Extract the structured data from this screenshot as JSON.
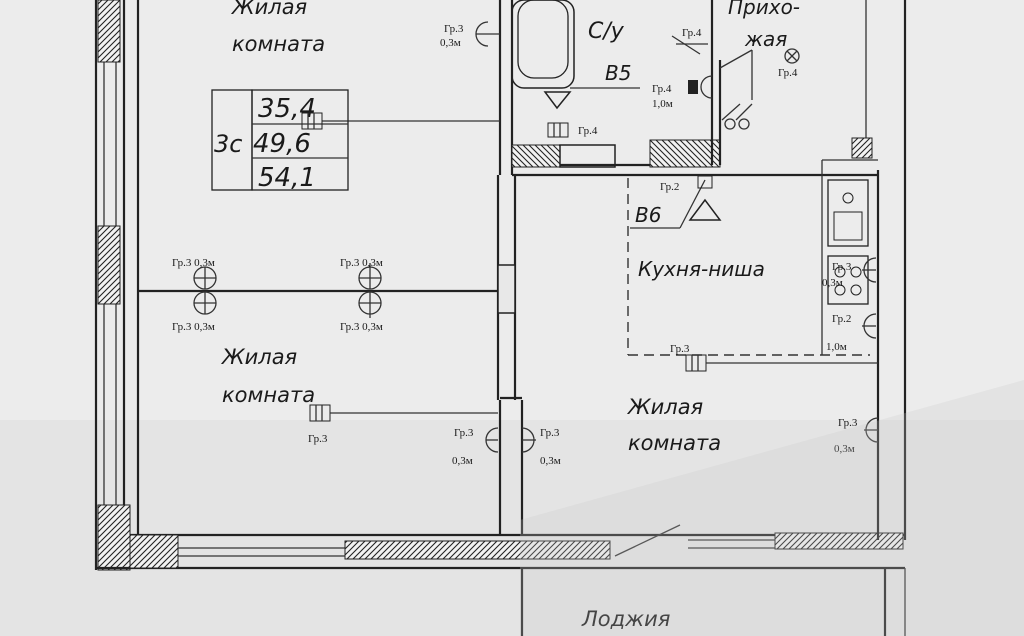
{
  "rooms": {
    "living_top": [
      "Жилая",
      "комната"
    ],
    "living_left": [
      "Жилая",
      "комната"
    ],
    "living_right": [
      "Жилая",
      "комната"
    ],
    "bathroom": "С/у",
    "hallway": [
      "Прихо-",
      "жая"
    ],
    "kitchen": "Кухня-ниша",
    "loggia": "Лоджия"
  },
  "area_box": {
    "prefix": "3с",
    "living": "35,4",
    "total": "49,6",
    "total_loggia": "54,1"
  },
  "vents": {
    "b5": "В5",
    "b6": "В6"
  },
  "outlets": {
    "gr3": "Гр.3",
    "gr4": "Гр.4",
    "gr2": "Гр.2",
    "h03": "0,3м",
    "h10": "1,0м",
    "gr3_h03": "Гр.3 0,3м"
  },
  "colors": {
    "background": "#e9e9ea",
    "ink": "#222222",
    "hatch": "#333333"
  }
}
